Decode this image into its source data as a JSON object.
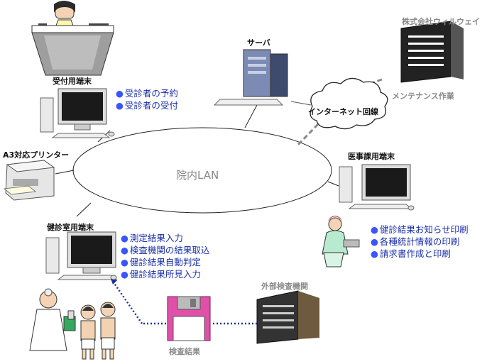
{
  "labels": {
    "reception": "受付用端末",
    "server": "サーバ",
    "company": "株式会社ウィルウェイ",
    "maintenance": "メンテナンス作業",
    "internet": "インターネット回線",
    "printer": "A3対応プリンター",
    "lan": "院内LAN",
    "medical_office": "医事課用端末",
    "exam_room": "健診室用端末",
    "external": "外部検査機関",
    "results": "検査結果"
  },
  "reception_items": [
    "受診者の予約",
    "受診者の受付"
  ],
  "exam_items": [
    "測定結果入力",
    "検査機関の結果取込",
    "健診結果自動判定",
    "健診結果所見入力"
  ],
  "office_items": [
    "健診結果お知らせ印刷",
    "各種統計情報の印刷",
    "請求書作成と印刷"
  ],
  "icons": {
    "reception_desk": "receptionist-icon",
    "reception_pc": "desktop-computer-icon",
    "server": "tower-server-icon",
    "company": "office-building-icon",
    "cloud": "internet-cloud-icon",
    "printer": "printer-icon",
    "office_pc": "desktop-computer-icon",
    "office_worker": "office-worker-icon",
    "exam_pc": "desktop-computer-icon",
    "doctor": "doctor-patients-icon",
    "floppy": "floppy-disk-icon",
    "lab": "laboratory-building-icon"
  },
  "colors": {
    "bullet": "#3a55ff",
    "bullet_text": "#1a2ea8",
    "dotted_link": "#1a2ea8",
    "internet_link": "#8a8a8a"
  }
}
